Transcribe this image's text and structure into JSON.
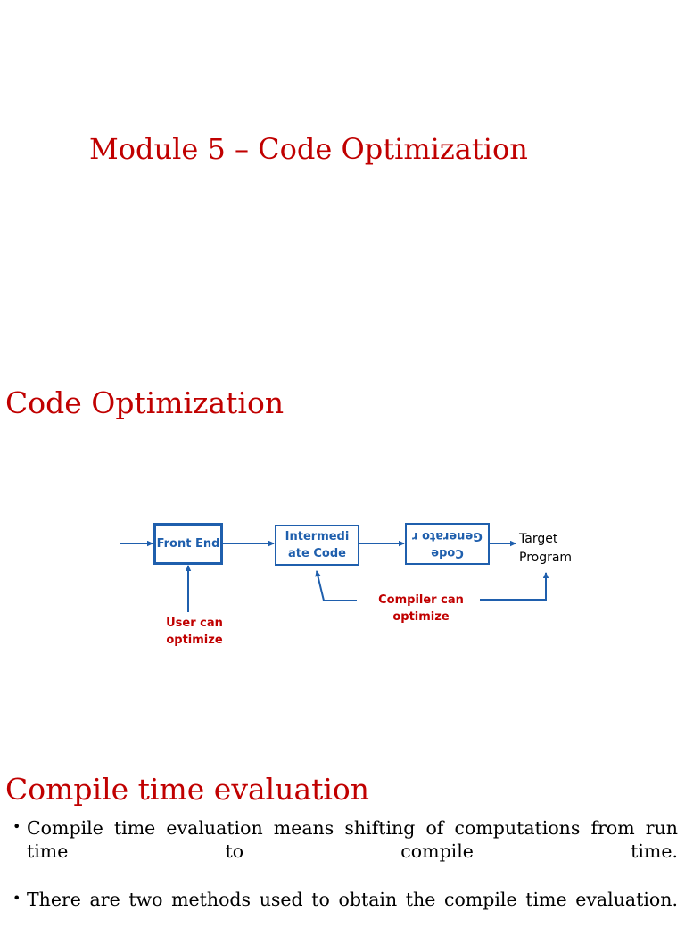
{
  "slide_title": "Module 5 – Code Optimization",
  "sections": {
    "code_optimization": {
      "heading": "Code Optimization"
    },
    "compile_time": {
      "heading": "Compile time evaluation",
      "bullets": [
        "Compile time evaluation means shifting of computations from run time to compile time.",
        "There are two methods used to obtain the compile time evaluation."
      ],
      "bullet_marker": "•"
    }
  },
  "diagram": {
    "boxes": [
      {
        "id": "front-end",
        "label": "Front End"
      },
      {
        "id": "intermediate-code",
        "label": "Intermedi ate Code"
      },
      {
        "id": "code-generator",
        "label": "Code Generato r",
        "rotated": "180deg"
      }
    ],
    "labels": {
      "user_can_optimize": "User can optimize",
      "compiler_can_optimize": "Compiler can optimize",
      "target_program": "Target Program"
    },
    "colors": {
      "box_stroke": "#1F5FAD",
      "box_text": "#1F5FAD",
      "arrow": "#1F5FAD",
      "red_label": "#C00000",
      "black_label": "#000000"
    }
  },
  "colors": {
    "heading_red": "#C00000",
    "body_text": "#000000",
    "background": "#FFFFFF",
    "diagram_blue": "#1F5FAD"
  }
}
